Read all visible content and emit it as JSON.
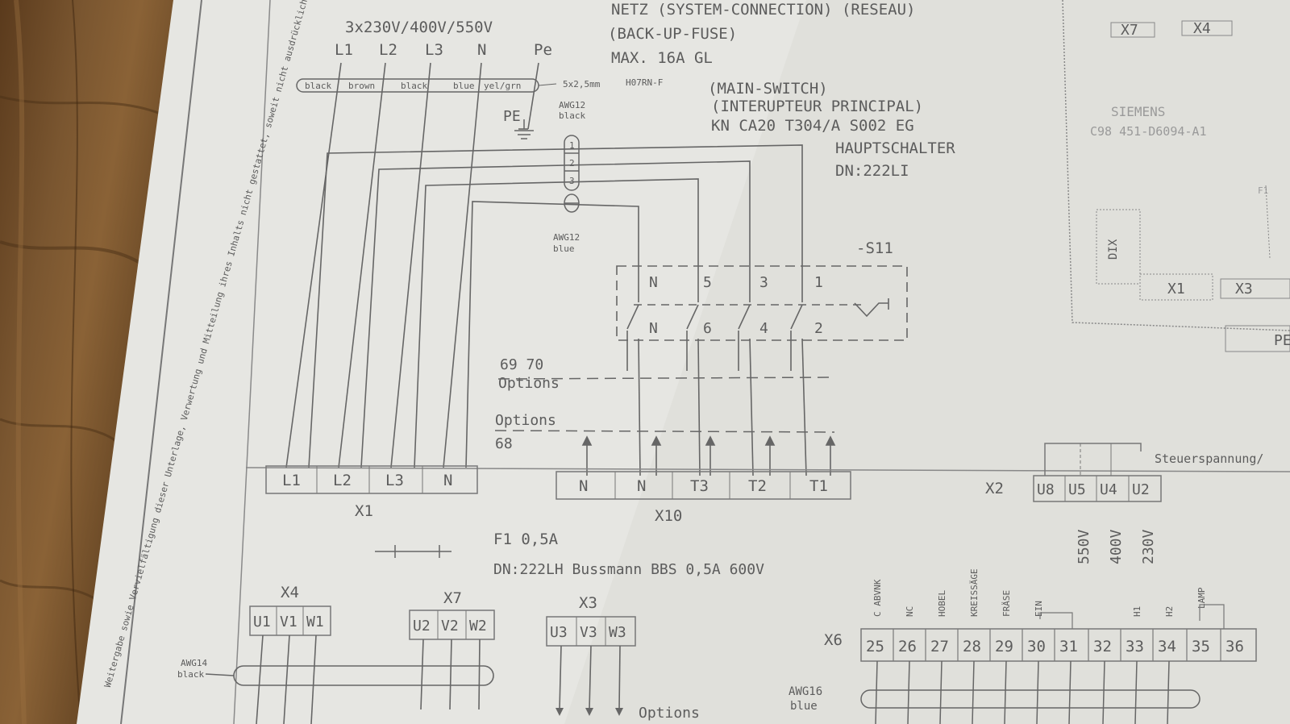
{
  "supply": {
    "voltage": "3x230V/400V/550V",
    "lines": [
      "L1",
      "L2",
      "L3",
      "N",
      "Pe"
    ]
  },
  "network": {
    "line1": "NETZ (SYSTEM-CONNECTION) (RESEAU)",
    "line2": "(BACK-UP-FUSE)",
    "line3": "MAX. 16A GL"
  },
  "cable": {
    "colors": [
      "black",
      "brown",
      "black",
      "blue",
      "yel/grn"
    ],
    "spec": "5x2,5mm",
    "type": "H07RN-F"
  },
  "pe": {
    "label": "PE",
    "wire_top": "AWG12",
    "wire_top_color": "black",
    "wire_bottom": "AWG12",
    "wire_bottom_color": "blue",
    "numbers": [
      "1",
      "2",
      "3"
    ]
  },
  "main_switch": {
    "line1": "(MAIN-SWITCH)",
    "line2": "(INTERUPTEUR PRINCIPAL)",
    "line3": "KN CA20 T304/A S002 EG",
    "line4": "HAUPTSCHALTER",
    "line5": "DN:222LI",
    "ref": "-S11",
    "top_contacts": [
      "N",
      "5",
      "3",
      "1"
    ],
    "bottom_contacts": [
      "N",
      "6",
      "4",
      "2"
    ]
  },
  "options": {
    "label1": "Options",
    "label2": "Options",
    "label3": "Options",
    "symbols1": "69 70",
    "symbols2": "68"
  },
  "x1": {
    "name": "X1",
    "terminals": [
      "L1",
      "L2",
      "L3",
      "N"
    ]
  },
  "x10": {
    "name": "X10",
    "terminals": [
      "N",
      "N",
      "T3",
      "T2",
      "T1"
    ]
  },
  "x2": {
    "name": "X2",
    "terminals": [
      "U8",
      "U5",
      "U4",
      "U2"
    ],
    "voltages": [
      "550V",
      "400V",
      "230V"
    ],
    "label": "Steuerspannung/"
  },
  "fuse": {
    "line1": "F1  0,5A",
    "line2": "DN:222LH  Bussmann BBS 0,5A 600V"
  },
  "x4": {
    "name": "X4",
    "terminals": [
      "U1",
      "V1",
      "W1"
    ]
  },
  "x7": {
    "name": "X7",
    "terminals": [
      "U2",
      "V2",
      "W2"
    ]
  },
  "x3": {
    "name": "X3",
    "terminals": [
      "U3",
      "V3",
      "W3"
    ]
  },
  "x6": {
    "name": "X6",
    "terminals": [
      "25",
      "26",
      "27",
      "28",
      "29",
      "30",
      "31",
      "32",
      "33",
      "34",
      "35",
      "36"
    ],
    "labels": [
      "C ABVNK",
      "NC",
      "HOBEL",
      "KREISSÄGE",
      "FRÄSE",
      "EIN",
      "H1",
      "H2",
      "LAMP"
    ]
  },
  "awg_left": {
    "size": "AWG14",
    "color": "black"
  },
  "awg_right": {
    "size": "AWG16",
    "color": "blue"
  },
  "siemens": {
    "brand": "SIEMENS",
    "part": "C98 451-D6094-A1",
    "terminals": [
      "X7",
      "X4"
    ],
    "x1": "X1",
    "x3": "X3",
    "dix": "DIX",
    "f1": "F1",
    "pe": "PE"
  },
  "margin_note": "Weitergabe sowie Vervielfältigung dieser Unterlage, Verwertung und Mitteilung ihres Inhalts nicht gestattet, soweit nicht ausdrücklich zugestanden. Zuwiderhandlungen verpflichten zu Schadenersatz. Alle Rechte vorbehalten."
}
